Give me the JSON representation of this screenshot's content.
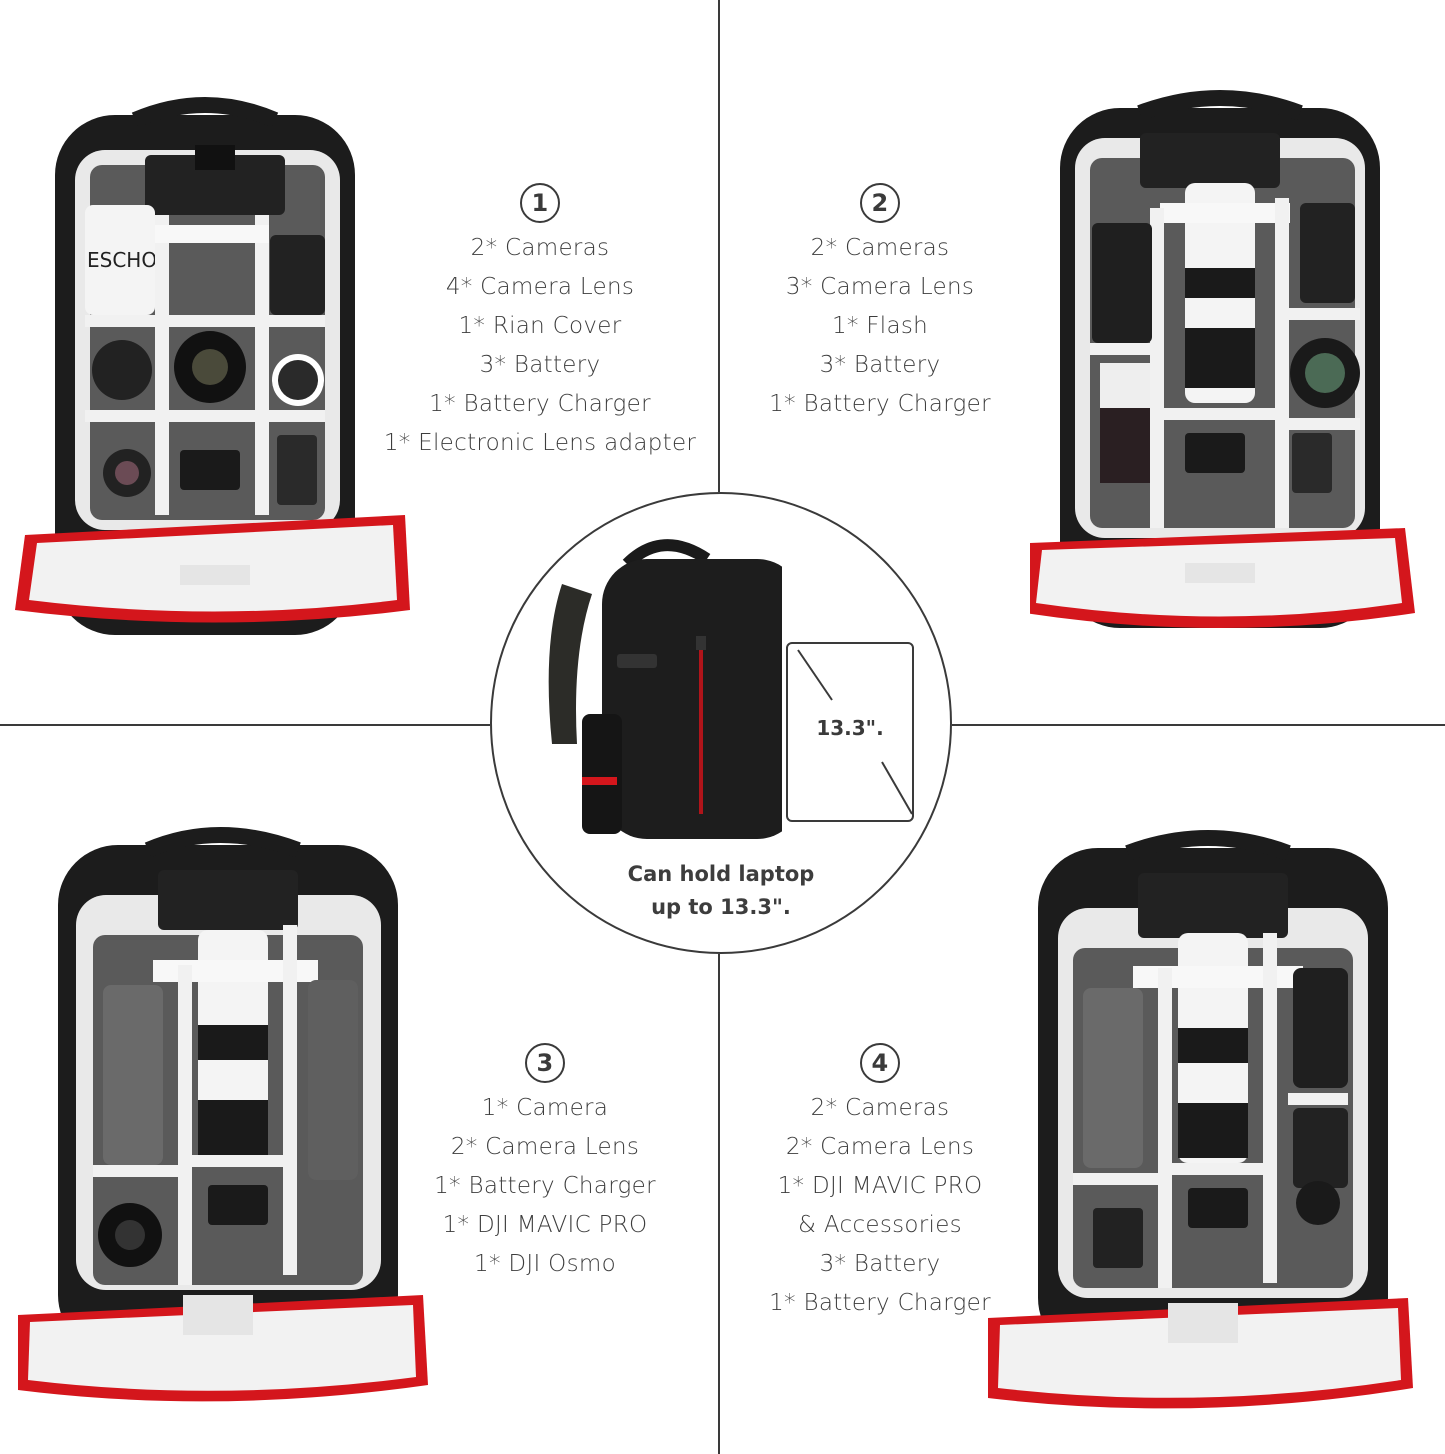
{
  "panels": [
    {
      "number": "1",
      "items": [
        "2* Cameras",
        "4* Camera Lens",
        "1* Rian Cover",
        "3* Battery",
        "1* Battery Charger",
        "1* Electronic Lens adapter"
      ]
    },
    {
      "number": "2",
      "items": [
        "2* Cameras",
        "3* Camera Lens",
        "1* Flash",
        "3* Battery",
        "1* Battery Charger"
      ]
    },
    {
      "number": "3",
      "items": [
        "1* Camera",
        "2* Camera Lens",
        "1* Battery Charger",
        "1* DJI MAVIC PRO",
        "1* DJI Osmo"
      ]
    },
    {
      "number": "4",
      "items": [
        "2* Cameras",
        "2* Camera Lens",
        "1* DJI MAVIC PRO",
        "& Accessories",
        "3* Battery",
        "1* Battery Charger"
      ]
    }
  ],
  "center": {
    "laptop_size": "13.3\".",
    "caption_line1": "Can hold laptop",
    "caption_line2": "up to 13.3\"."
  },
  "brand_tag": "ESCHO",
  "colors": {
    "bag_body": "#1c1c1c",
    "lining": "#e9e9e9",
    "accent_red": "#d4161c",
    "line": "#3a3a3a"
  }
}
